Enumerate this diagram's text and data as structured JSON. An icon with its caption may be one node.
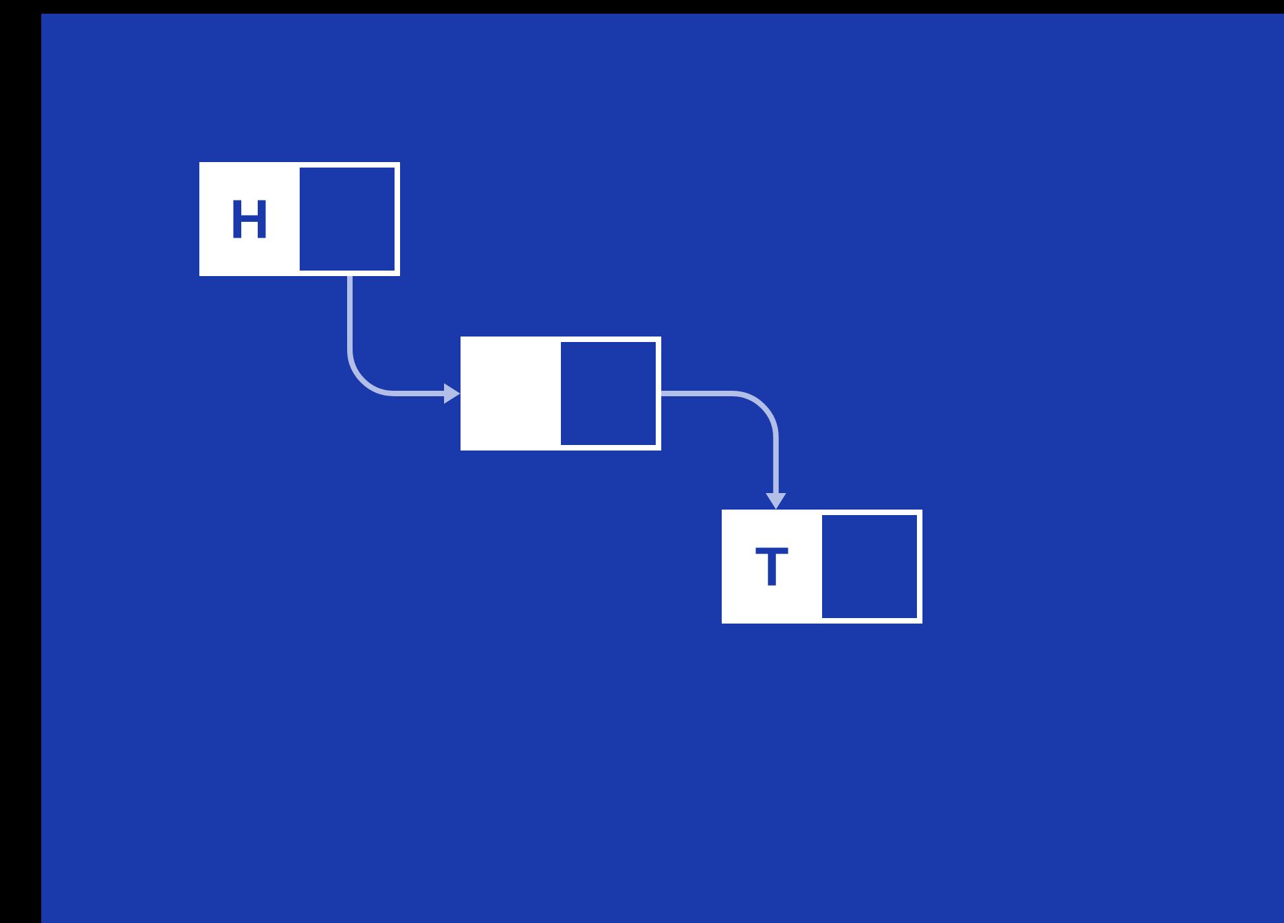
{
  "diagram": {
    "nodes": [
      {
        "text": [
          "H"
        ]
      },
      {
        "text": [],
        "shape": "box"
      },
      {
        "text": [
          "T"
        ]
      }
    ],
    "edges": [
      {
        "from": 0,
        "to": 1,
        "arrow": "to"
      },
      {
        "from": 1,
        "to": 2,
        "arrow": "to"
      }
    ]
  }
}
